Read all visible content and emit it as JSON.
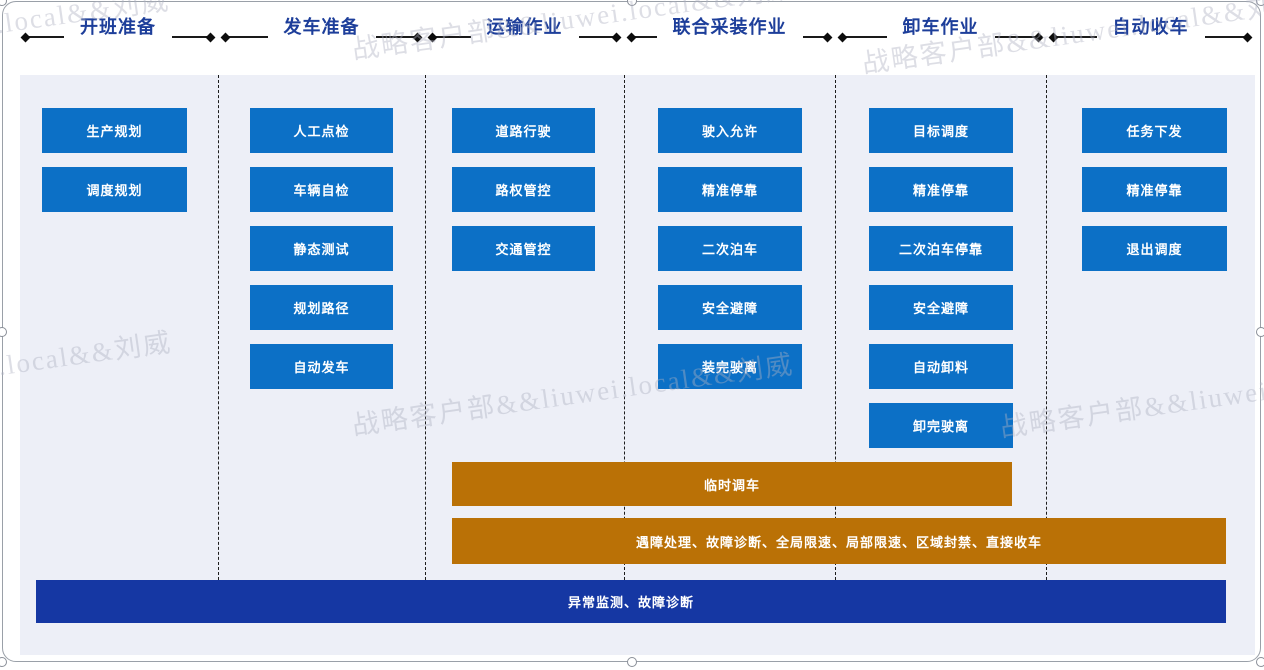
{
  "watermark": {
    "text": "战略客户部&&liuwei.local&&刘威"
  },
  "columns": [
    {
      "title": "开班准备",
      "tasks": [
        "生产规划",
        "调度规划"
      ]
    },
    {
      "title": "发车准备",
      "tasks": [
        "人工点检",
        "车辆自检",
        "静态测试",
        "规划路径",
        "自动发车"
      ]
    },
    {
      "title": "运输作业",
      "tasks": [
        "道路行驶",
        "路权管控",
        "交通管控"
      ]
    },
    {
      "title": "联合采装作业",
      "tasks": [
        "驶入允许",
        "精准停靠",
        "二次泊车",
        "安全避障",
        "装完驶离"
      ]
    },
    {
      "title": "卸车作业",
      "tasks": [
        "目标调度",
        "精准停靠",
        "二次泊车停靠",
        "安全避障",
        "自动卸料",
        "卸完驶离"
      ]
    },
    {
      "title": "自动收车",
      "tasks": [
        "任务下发",
        "精准停靠",
        "退出调度"
      ]
    }
  ],
  "overlay_bars": {
    "temporary": {
      "label": "临时调车",
      "color": "#ba7106"
    },
    "exception": {
      "label": "遇障处理、故障诊断、全局限速、局部限速、区域封禁、直接收车",
      "color": "#ba7106"
    },
    "monitoring": {
      "label": "异常监测、故障诊断",
      "color": "#1537a3"
    }
  },
  "colors": {
    "task_box": "#0c70c6",
    "accent_gold": "#ba7106",
    "accent_navy": "#1537a3",
    "header_text": "#1d3e9a",
    "canvas_bg": "#edeff7"
  }
}
